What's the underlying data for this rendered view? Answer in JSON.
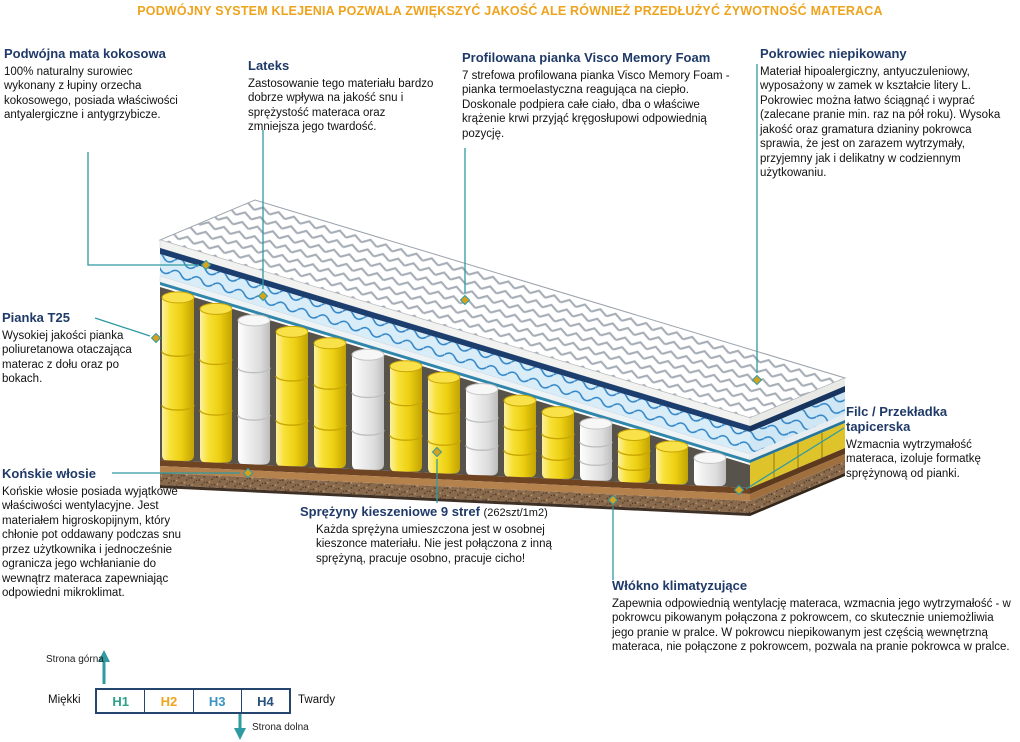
{
  "headline": "PODWÓJNY SYSTEM KLEJENIA POZWALA ZWIĘKSZYĆ JAKOŚĆ ALE RÓWNIEŻ PRZEDŁUŻYĆ ŻYWOTNOŚĆ MATERACA",
  "annotations": {
    "coconut": {
      "title": "Podwójna mata kokosowa",
      "body": "100% naturalny surowiec wykonany z łupiny orzecha kokosowego, posiada właściwości antyalergiczne i antygrzybicze."
    },
    "latex": {
      "title": "Lateks",
      "body": "Zastosowanie tego materiału bardzo dobrze wpływa na jakość snu i sprężystość materaca oraz zmniejsza jego twardość."
    },
    "visco": {
      "title": "Profilowana pianka Visco Memory Foam",
      "body": "7 strefowa profilowana pianka Visco Memory Foam - pianka termoelastyczna reagująca na ciepło. Doskonale podpiera całe ciało, dba o właściwe krążenie krwi przyjąć kręgosłupowi odpowiednią pozycję."
    },
    "cover": {
      "title": "Pokrowiec niepikowany",
      "body": "Materiał hipoalergiczny, antyuczuleniowy, wyposażony w zamek w kształcie litery L. Pokrowiec można łatwo ściągnąć i wyprać (zalecane pranie min. raz na pół roku). Wysoka jakość oraz gramatura dzianiny pokrowca sprawia, że jest on zarazem wytrzymały, przyjemny jak i delikatny w codziennym użytkowaniu."
    },
    "foam_t25": {
      "title": "Pianka T25",
      "body": "Wysokiej jakości pianka poliuretanowa otaczająca materac z dołu oraz po bokach."
    },
    "horsehair": {
      "title": "Końskie włosie",
      "body": "Końskie włosie posiada wyjątkowe właściwości wentylacyjne. Jest materiałem higroskopijnym, który chłonie pot oddawany podczas snu przez użytkownika i jednocześnie ogranicza jego wchłanianie do wewnątrz materaca zapewniając odpowiedni mikroklimat."
    },
    "springs": {
      "title": "Sprężyny kieszeniowe 9 stref",
      "title_suffix": "(262szt/1m2)",
      "body": "Każda sprężyna umieszczona jest w osobnej kieszonce materiału. Nie jest połączona z inną sprężyną, pracuje osobno, pracuje cicho!"
    },
    "felt": {
      "title": "Filc / Przekładka tapicerska",
      "body": "Wzmacnia wytrzymałość materaca, izoluje formatkę sprężynową od pianki."
    },
    "fiber": {
      "title": "Włókno klimatyzujące",
      "body": "Zapewnia odpowiednią wentylację materaca, wzmacnia jego wytrzymałość - w pokrowcu pikowanym połączona z pokrowcem, co skutecznie uniemożliwia jego pranie w pralce. W pokrowcu niepikowanym jest częścią wewnętrzną materaca, nie połączone z pokrowcem, pozwala na pranie pokrowca w pralce."
    }
  },
  "hardness_scale": {
    "top_side_label": "Strona górna",
    "bottom_side_label": "Strona dolna",
    "soft_label": "Miękki",
    "hard_label": "Twardy",
    "levels": [
      {
        "label": "H1",
        "color": "#2fa08a"
      },
      {
        "label": "H2",
        "color": "#efa31d"
      },
      {
        "label": "H3",
        "color": "#3b93c0"
      },
      {
        "label": "H4",
        "color": "#28527e"
      }
    ]
  },
  "colors": {
    "headline": "#efa31d",
    "section_title": "#1f3a68",
    "callout_line": "#2e9aa2",
    "marker_fill": "#d8a31c",
    "spring_yellow": "#f2d517",
    "spring_white": "#ececec",
    "wave_blue": "#2e83c5",
    "navy_layer": "#1c3e6e"
  }
}
